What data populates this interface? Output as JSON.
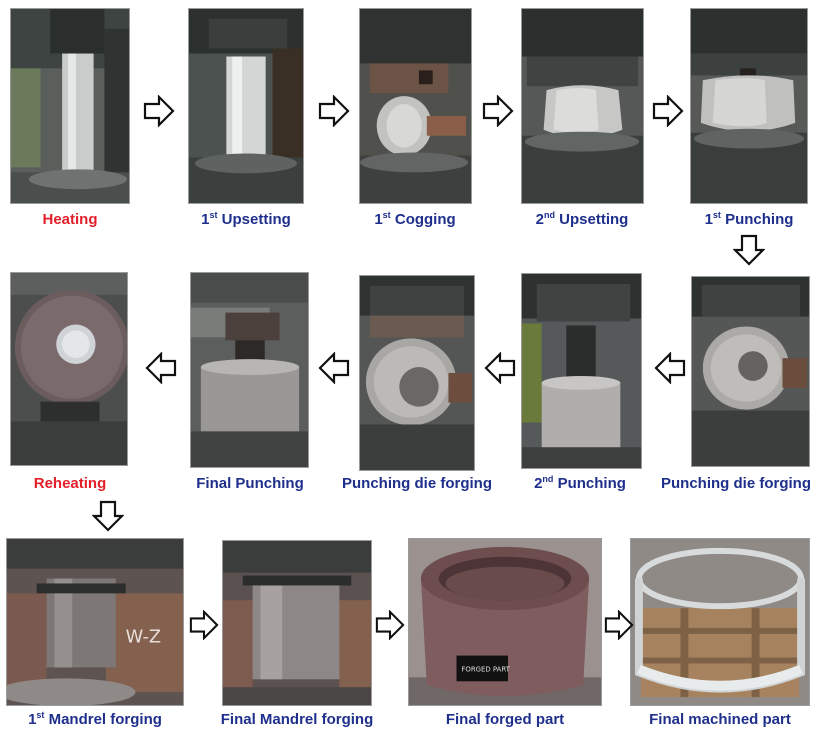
{
  "colors": {
    "caption_default": "#1f2f8c",
    "caption_highlight": "#e3202a",
    "arrow_stroke": "#111111",
    "arrow_fill": "#ffffff"
  },
  "steps": [
    {
      "id": "heating",
      "label": "Heating",
      "sup": "",
      "suffix": "",
      "color": "highlight"
    },
    {
      "id": "upsetting-1",
      "label": "1",
      "sup": "st",
      "suffix": " Upsetting",
      "color": "default"
    },
    {
      "id": "cogging-1",
      "label": "1",
      "sup": "st",
      "suffix": " Cogging",
      "color": "default"
    },
    {
      "id": "upsetting-2",
      "label": "2",
      "sup": "nd",
      "suffix": " Upsetting",
      "color": "default"
    },
    {
      "id": "punching-1",
      "label": "1",
      "sup": "st",
      "suffix": " Punching",
      "color": "default"
    },
    {
      "id": "punching-die-forging-1",
      "label": "Punching die forging",
      "sup": "",
      "suffix": "",
      "color": "default"
    },
    {
      "id": "punching-2",
      "label": "2",
      "sup": "nd",
      "suffix": " Punching",
      "color": "default"
    },
    {
      "id": "punching-die-forging-2",
      "label": "Punching die forging",
      "sup": "",
      "suffix": "",
      "color": "default"
    },
    {
      "id": "final-punching",
      "label": "Final Punching",
      "sup": "",
      "suffix": "",
      "color": "default"
    },
    {
      "id": "reheating",
      "label": "Reheating",
      "sup": "",
      "suffix": "",
      "color": "highlight"
    },
    {
      "id": "mandrel-forging-1",
      "label": "1",
      "sup": "st",
      "suffix": " Mandrel forging",
      "color": "default"
    },
    {
      "id": "final-mandrel-forging",
      "label": "Final Mandrel forging",
      "sup": "",
      "suffix": "",
      "color": "default"
    },
    {
      "id": "final-forged-part",
      "label": "Final forged part",
      "sup": "",
      "suffix": "",
      "color": "default"
    },
    {
      "id": "final-machined-part",
      "label": "Final machined part",
      "sup": "",
      "suffix": "",
      "color": "default"
    }
  ],
  "tag_text": "FORGED PART"
}
